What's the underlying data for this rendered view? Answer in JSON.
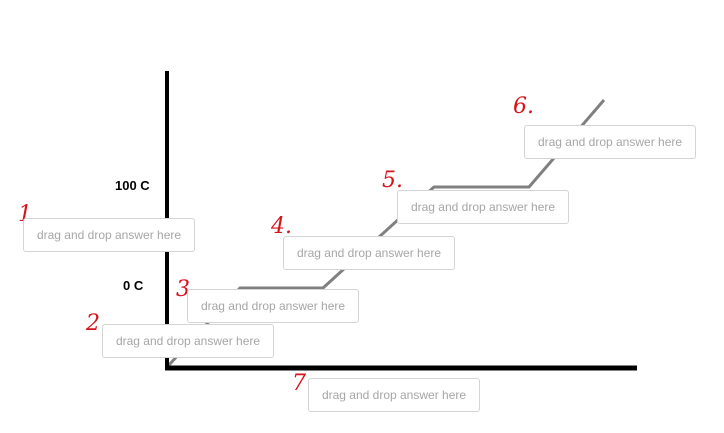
{
  "axis_labels": {
    "upper": "100 C",
    "lower": "0 C"
  },
  "markers": [
    "1.",
    "2.",
    "3.",
    "4.",
    "5.",
    "6.",
    "7."
  ],
  "drop_zones": [
    "drag and drop answer here",
    "drag and drop answer here",
    "drag and drop answer here",
    "drag and drop answer here",
    "drag and drop answer here",
    "drag and drop answer here",
    "drag and drop answer here"
  ],
  "colors": {
    "axis": "#000000",
    "curve": "#808080",
    "marker": "#d6141c",
    "drop_zone_border": "#d4d4d4",
    "drop_zone_text": "#a6a6a6"
  }
}
